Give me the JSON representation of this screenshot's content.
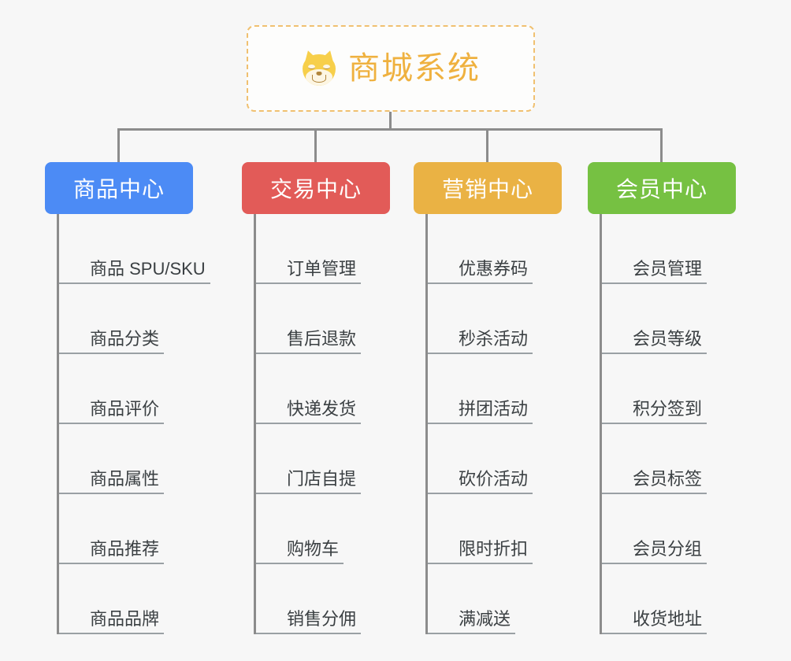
{
  "root": {
    "title": "商城系统",
    "icon": "shiba-inu-dog-icon",
    "accent": "#efb13f",
    "border_color": "#f0c070",
    "background": "#fdfdfc"
  },
  "canvas": {
    "background": "#f7f7f7",
    "connector_color": "#8c8c8c",
    "leaf_rule_color": "#9aa0a4",
    "leaf_text_color": "#3b4043"
  },
  "branches": [
    {
      "label": "商品中心",
      "color": "#4c8bf5",
      "items": [
        "商品 SPU/SKU",
        "商品分类",
        "商品评价",
        "商品属性",
        "商品推荐",
        "商品品牌"
      ]
    },
    {
      "label": "交易中心",
      "color": "#e25b58",
      "items": [
        "订单管理",
        "售后退款",
        "快递发货",
        "门店自提",
        "购物车",
        "销售分佣"
      ]
    },
    {
      "label": "营销中心",
      "color": "#eab244",
      "items": [
        "优惠券码",
        "秒杀活动",
        "拼团活动",
        "砍价活动",
        "限时折扣",
        "满减送"
      ]
    },
    {
      "label": "会员中心",
      "color": "#76c142",
      "items": [
        "会员管理",
        "会员等级",
        "积分签到",
        "会员标签",
        "会员分组",
        "收货地址"
      ]
    }
  ]
}
